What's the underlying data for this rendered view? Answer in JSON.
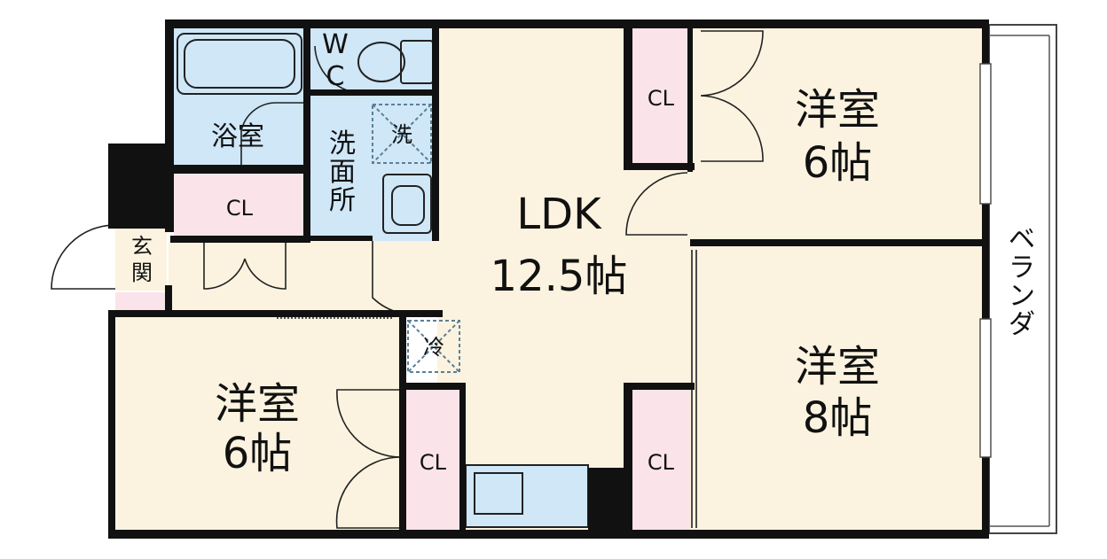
{
  "plan": {
    "colors": {
      "wall": "#111111",
      "room": "#fbf3df",
      "wet": "#cfe7f7",
      "closet": "#fbe3ea",
      "thin": "#222222",
      "dash": "#5a7f96"
    },
    "rooms": {
      "ldk_name": "LDK",
      "ldk_size": "12.5帖",
      "west_name": "洋室",
      "west_size": "6帖",
      "ne_name": "洋室",
      "ne_size": "6帖",
      "se_name": "洋室",
      "se_size": "8帖",
      "bath": "浴室",
      "wc_top": "W",
      "wc_bottom": "C",
      "wash_1": "洗",
      "wash_2": "面",
      "wash_3": "所",
      "washer": "洗",
      "entry_1": "玄",
      "entry_2": "関",
      "fridge": "冷",
      "balcony_1": "ベ",
      "balcony_2": "ラ",
      "balcony_3": "ン",
      "balcony_4": "ダ"
    },
    "closets": {
      "west_cl": "CL",
      "ne_cl": "CL",
      "se_cl": "CL",
      "south_cl": "CL"
    }
  }
}
